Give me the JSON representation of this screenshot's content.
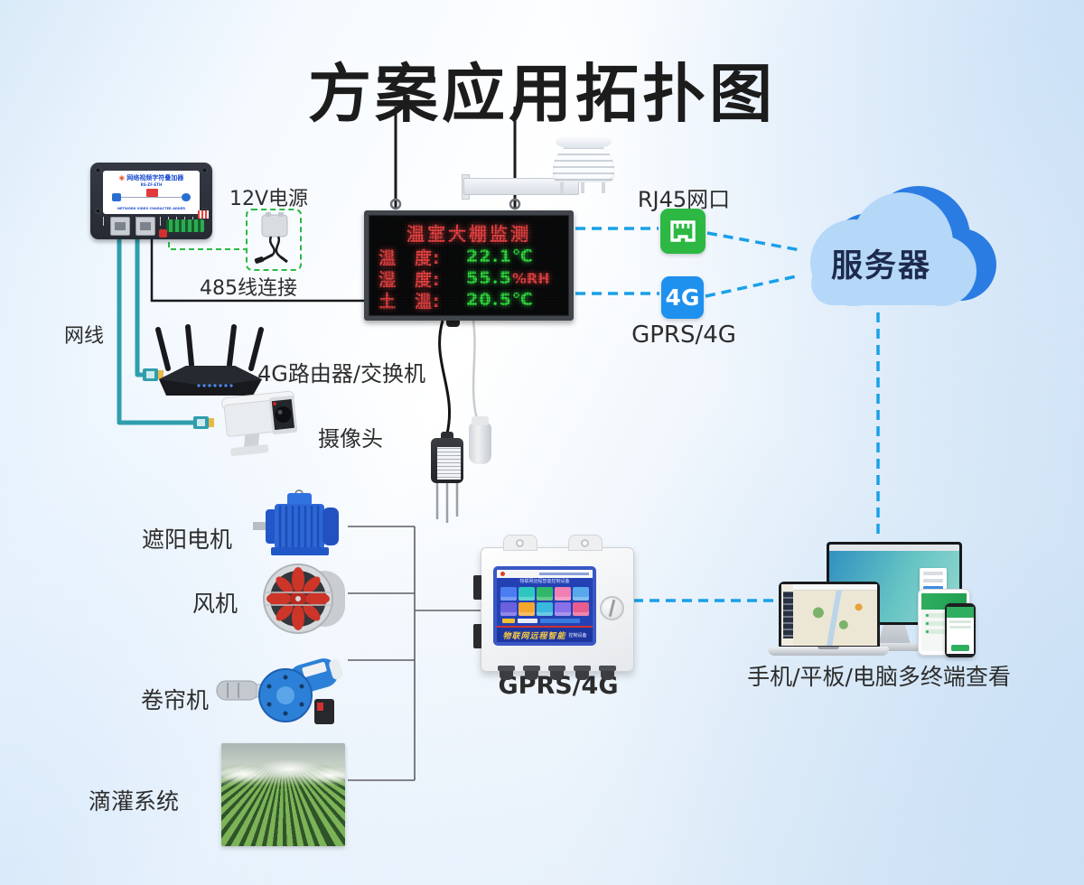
{
  "title": "方案应用拓扑图",
  "led_display": {
    "header": "温室大棚监测",
    "rows": [
      {
        "label": "温　度:",
        "value": "22.1",
        "unit": "℃"
      },
      {
        "label": "湿　度:",
        "value": "55.5",
        "unit": "%RH"
      },
      {
        "label": "土　温:",
        "value": "20.5",
        "unit": "℃"
      }
    ]
  },
  "overlay_device": {
    "name": "网络视频字符叠加器",
    "model": "RS-ZF-ETH",
    "subtitle": "NETWORK VIDEO CHARACTER ADDER"
  },
  "labels": {
    "power_12v": "12V电源",
    "rs485": "485线连接",
    "network_cable": "网线",
    "router": "4G路由器/交换机",
    "camera": "摄像头",
    "shade_motor": "遮阳电机",
    "fan": "风机",
    "roller_motor": "卷帘机",
    "irrigation": "滴灌系统",
    "rj45_port": "RJ45网口",
    "gprs_4g_top": "GPRS/4G",
    "gprs_4g_bottom": "GPRS/4G",
    "server": "服务器",
    "terminals": "手机/平板/电脑多终端查看",
    "badge_4g": "4G"
  },
  "control_box": {
    "screen_title": "物联网远程智能控制设备",
    "banner": "物联网远程智能",
    "banner_sub": "控制设备",
    "tile_colors": [
      "#4a7df0",
      "#2ec7c0",
      "#30b868",
      "#f07fb4",
      "#58a8ec",
      "#6a60e0",
      "#f5a62c",
      "#38b8dc",
      "#8a70e8",
      "#e85c90"
    ]
  },
  "colors": {
    "dashed_link": "#19a0e8",
    "rj45_green": "#2cb843",
    "badge_blue": "#1e90ee",
    "cable_teal": "#2f9eac",
    "cloud_light": "#b5d8f8",
    "cloud_dark": "#2b7ce2",
    "led_red": "#ff4a4a",
    "led_green": "#35ef45"
  }
}
